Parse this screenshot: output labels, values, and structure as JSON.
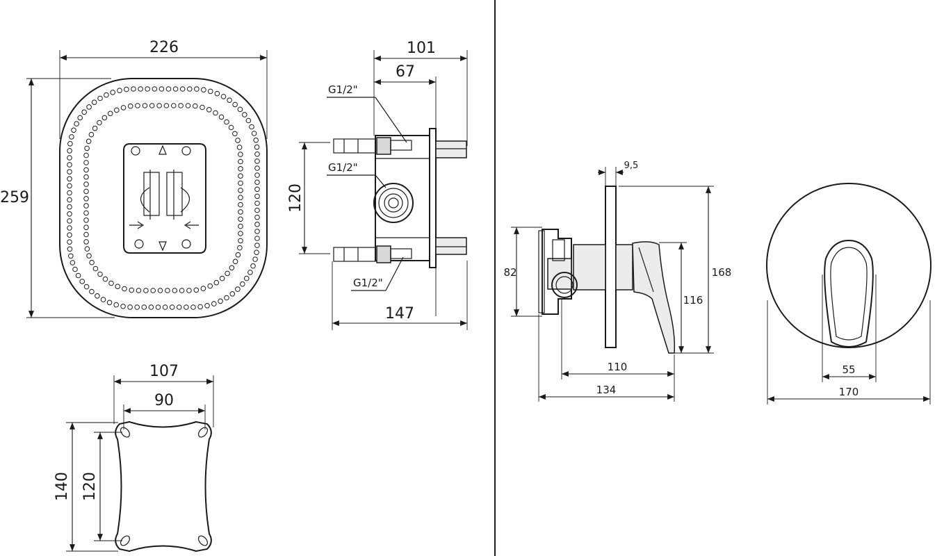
{
  "plate_view": {
    "width_label": "226",
    "height_label": "259"
  },
  "box_view": {
    "depth_label": "101",
    "inner_label": "67",
    "spacing_label": "120",
    "total_label": "147",
    "thread_top": "G1/2\"",
    "thread_mid": "G1/2\"",
    "thread_bottom": "G1/2\""
  },
  "bracket_view": {
    "outer_w": "107",
    "inner_w": "90",
    "outer_h": "140",
    "inner_h": "120"
  },
  "side_view": {
    "plate_t": "9,5",
    "body_h": "82",
    "lever_h": "116",
    "total_h": "168",
    "lever_len": "110",
    "total_len": "134"
  },
  "front_view": {
    "lever_w": "55",
    "diameter": "170"
  },
  "colors": {
    "line": "#1a1a1a",
    "fill_gray": "#d9d9d9",
    "background": "#ffffff"
  }
}
